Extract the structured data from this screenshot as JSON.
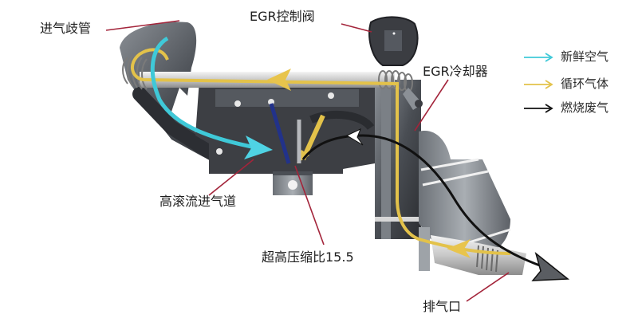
{
  "diagram": {
    "title": "",
    "labels": {
      "intake_manifold": "进气歧管",
      "egr_valve": "EGR控制阀",
      "egr_cooler": "EGR冷却器",
      "tumble_port": "高滚流进气道",
      "compression_ratio": "超高压缩比15.5",
      "exhaust_port": "排气口"
    },
    "legend": [
      {
        "label": "新鲜空气",
        "color": "#3fc9d8",
        "meaning": "fresh-air"
      },
      {
        "label": "循环气体",
        "color": "#e3c24a",
        "meaning": "recirculated-gas"
      },
      {
        "label": "燃烧废气",
        "color": "#111111",
        "meaning": "exhaust-gas"
      }
    ],
    "colors": {
      "leader_line": "#a3243a",
      "fresh_air": "#3fc9d8",
      "egr_gas": "#e3c24a",
      "exhaust": "#111111",
      "metal_dark": "#3b3d42",
      "metal_mid": "#6d7278",
      "metal_light": "#b9bec3"
    }
  }
}
